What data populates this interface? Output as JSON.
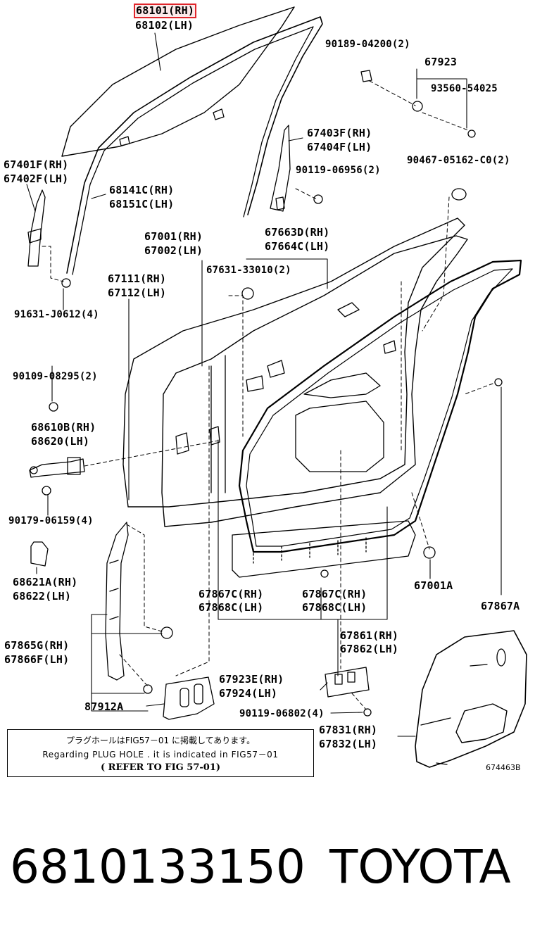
{
  "diagram": {
    "labels": {
      "p68101": "68101(RH)",
      "p68102": "68102(LH)",
      "p90189": "90189-04200(2)",
      "p67923": "67923",
      "p93560": "93560-54025",
      "p67403": "67403F(RH)",
      "p67404": "67404F(LH)",
      "p67401": "67401F(RH)",
      "p67402": "67402F(LH)",
      "p90119a": "90119-06956(2)",
      "p90467": "90467-05162-C0(2)",
      "p68141": "68141C(RH)",
      "p68151": "68151C(LH)",
      "p67001": "67001(RH)",
      "p67002": "67002(LH)",
      "p67663": "67663D(RH)",
      "p67664": "67664C(LH)",
      "p67631": "67631-33010(2)",
      "p67111": "67111(RH)",
      "p67112": "67112(LH)",
      "p91631": "91631-J0612(4)",
      "p90109": "90109-08295(2)",
      "p68610": "68610B(RH)",
      "p68620": "68620(LH)",
      "p90179": "90179-06159(4)",
      "p68621": "68621A(RH)",
      "p68622": "68622(LH)",
      "p67001a": "67001A",
      "p67867c1": "67867C(RH)",
      "p67868c1": "67868C(LH)",
      "p67867c2": "67867C(RH)",
      "p67868c2": "67868C(LH)",
      "p67867a": "67867A",
      "p67865": "67865G(RH)",
      "p67866": "67866F(LH)",
      "p67861": "67861(RH)",
      "p67862": "67862(LH)",
      "p67923e": "67923E(RH)",
      "p67924": "67924(LH)",
      "p87912": "87912A",
      "p90119b": "90119-06802(4)",
      "p67831": "67831(RH)",
      "p67832": "67832(LH)"
    },
    "note": {
      "line1": "プラグホールはFIG57－01 に掲載してあります。",
      "line2": "Regarding PLUG HOLE . it is indicated in FIG57－01",
      "line3": "(  REFER TO FIG 57-01)"
    },
    "figure_code": "674463B"
  },
  "footer": {
    "part_number": "6810133150",
    "brand": "TOYOTA"
  },
  "highlight_color": "#e0252b"
}
